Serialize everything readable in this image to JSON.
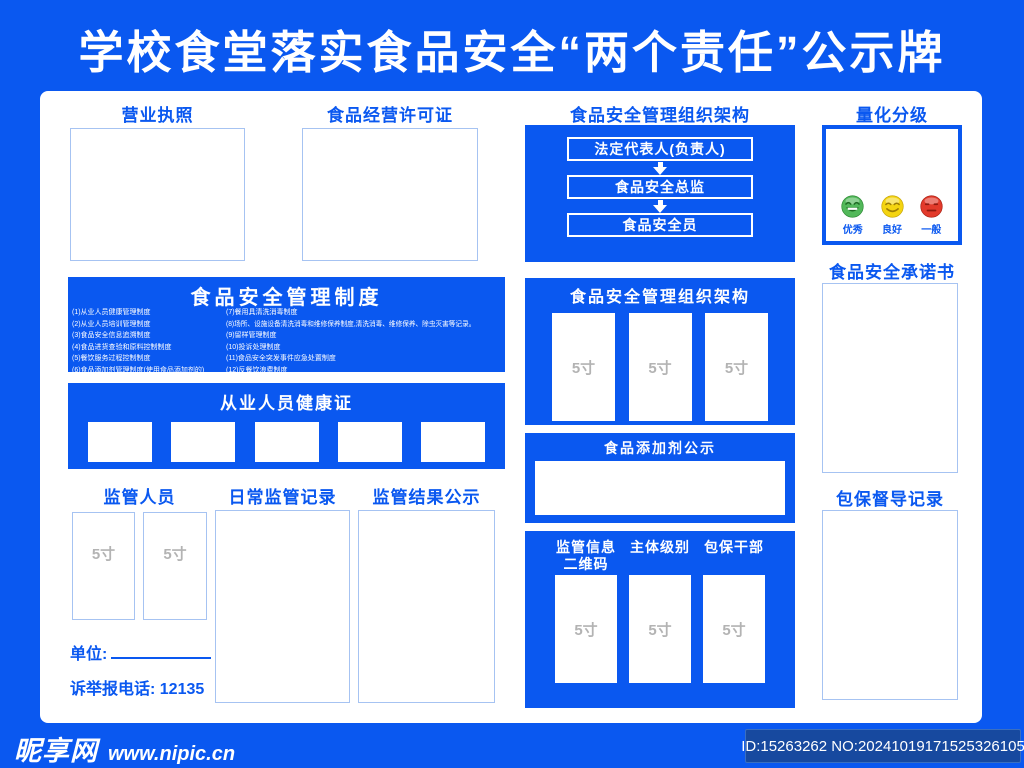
{
  "header": {
    "title": "学校食堂落实食品安全“两个责任”公示牌"
  },
  "left": {
    "business_license": {
      "title": "营业执照"
    },
    "food_permit": {
      "title": "食品经营许可证"
    },
    "management_system": {
      "title": "食品安全管理制度",
      "items": [
        "(1)从业人员健康管理制度",
        "(2)从业人员培训管理制度",
        "(3)食品安全信息追溯制度",
        "(4)食品进货查验和原料控制制度",
        "(5)餐饮服务过程控制制度",
        "(6)食品添加剂管理制度(使用食品添加剂的)",
        "(7)餐用具清洗消毒制度",
        "(8)场所、设施设备清洗消毒和维修保养制度,清洗消毒、维修保养、除虫灭害等记录。",
        "(9)留样管理制度",
        "(10)投诉处理制度",
        "(11)食品安全突发事件应急处置制度",
        "(12)反餐饮浪费制度"
      ]
    },
    "health_certs": {
      "title": "从业人员健康证"
    },
    "supervisors": {
      "title": "监管人员",
      "photo_placeholder": "5寸",
      "unit_label": "单位:",
      "hotline": "诉举报电话: 12135"
    },
    "daily_records": {
      "title": "日常监管记录"
    },
    "results": {
      "title": "监管结果公示"
    }
  },
  "middle": {
    "org_chart": {
      "title": "食品安全管理组织架构",
      "nodes": [
        "法定代表人(负责人)",
        "食品安全总监",
        "食品安全员"
      ]
    },
    "staff_photos": {
      "title": "食品安全管理组织架构",
      "photo_placeholder": "5寸"
    },
    "additives": {
      "title": "食品添加剂公示"
    },
    "qr_panel": {
      "headers": [
        "监管信息二维码",
        "主体级别",
        "包保干部"
      ],
      "photo_placeholder": "5寸"
    }
  },
  "right": {
    "grading": {
      "title": "量化分级",
      "levels": [
        {
          "label": "优秀",
          "color": "#52b85a"
        },
        {
          "label": "良好",
          "color": "#f4d411"
        },
        {
          "label": "一般",
          "color": "#e23a2b"
        }
      ]
    },
    "commitment": {
      "title": "食品安全承诺书"
    },
    "guarantee_records": {
      "title": "包保督导记录"
    }
  },
  "footer": {
    "site_name": "昵享网",
    "site_url": "www.nipic.cn",
    "watermark_id": "ID:15263262 NO:20241019171525326105"
  },
  "colors": {
    "primary_blue": "#0a58f0",
    "watermark_box": "#17499f",
    "grade_excellent": "#52b85a",
    "grade_good": "#f4d411",
    "grade_average": "#e23a2b",
    "placeholder_gray": "#b3b3b3"
  }
}
